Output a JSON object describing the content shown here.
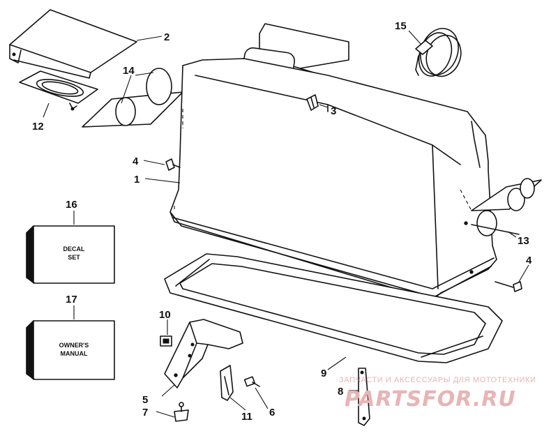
{
  "callouts": {
    "p1": "1",
    "p2": "2",
    "p3": "3",
    "p4a": "4",
    "p4b": "4",
    "p5": "5",
    "p6": "6",
    "p7": "7",
    "p8": "8",
    "p9": "9",
    "p10": "10",
    "p11": "11",
    "p12": "12",
    "p13": "13",
    "p14": "14",
    "p15": "15",
    "p16": "16",
    "p17": "17"
  },
  "boxes": {
    "decal_line1": "DECAL",
    "decal_line2": "SET",
    "manual_line1": "OWNER'S",
    "manual_line2": "MANUAL"
  },
  "watermark": {
    "subtitle": "ЗАПЧАСТИ И АКСЕССУАРЫ ДЛЯ МОТОТЕХНИКИ",
    "brand": "PARTSFOR.RU",
    "color": "#e8b4b4"
  }
}
